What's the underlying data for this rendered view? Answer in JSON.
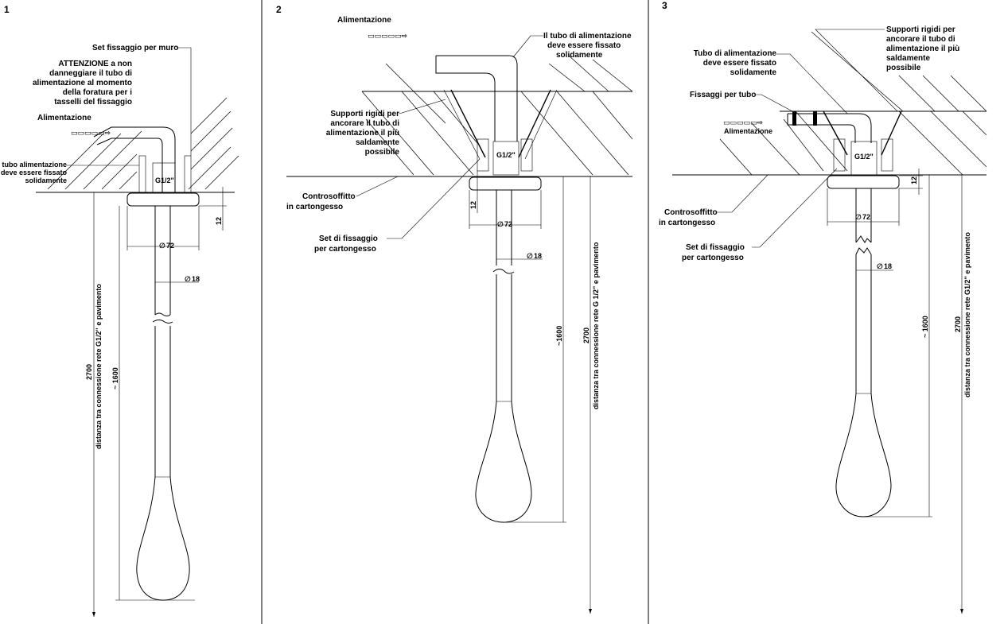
{
  "panels": [
    {
      "number": "1",
      "labels": {
        "wall_kit": "Set fissaggio per muro",
        "warning": [
          "ATTENZIONE a non",
          "danneggiare il tubo di",
          "alimentazione al momento",
          "della foratura per i",
          "tasselli del fissaggio"
        ],
        "supply": "Alimentazione",
        "pipe_note": [
          "Il tubo alimentazione",
          "deve essere fissato",
          "solidamente"
        ],
        "thread": "G1/2\"",
        "dim_diam_72": "72",
        "dim_diam_18": "18",
        "dim_12": "12",
        "dim_1600": "~ 1600",
        "dim_2700": "2700",
        "dim_2700_note": "distanza tra connessione rete G1/2\" e pavimento"
      }
    },
    {
      "number": "2",
      "labels": {
        "supply": "Alimentazione",
        "pipe_note": [
          "Il tubo di alimentazione",
          "deve essere fissato",
          "solidamente"
        ],
        "supports": [
          "Supporti rigidi per",
          "ancorare il tubo di",
          "alimentazione il più",
          "saldamente",
          "possibile"
        ],
        "ceiling": [
          "Controsoffitto",
          "in cartongesso"
        ],
        "kit": [
          "Set di fissaggio",
          "per cartongesso"
        ],
        "thread": "G1/2\"",
        "dim_12": "12",
        "dim_diam_72": "72",
        "dim_diam_18": "18",
        "dim_1600": "~1600",
        "dim_2700": "2700",
        "dim_2700_note": "distanza tra connessione rete G 1/2\" e pavimento"
      }
    },
    {
      "number": "3",
      "labels": {
        "supports": [
          "Supporti rigidi per",
          "ancorare il tubo di",
          "alimentazione il più",
          "saldamente",
          "possibile"
        ],
        "pipe_note": [
          "Tubo di alimentazione",
          "deve essere fissato",
          "solidamente"
        ],
        "pipe_clamps": "Fissaggi per tubo",
        "supply": "Alimentazione",
        "thread": "G1/2\"",
        "dim_12": "12",
        "ceiling": [
          "Controsoffitto",
          "in cartongesso"
        ],
        "kit": [
          "Set di fissaggio",
          "per cartongesso"
        ],
        "dim_diam_72": "72",
        "dim_diam_18": "18",
        "dim_1600": "~ 1600",
        "dim_2700": "2700",
        "dim_2700_note": "distanza tra connessione rete G1/2\" e pavimento"
      }
    }
  ]
}
